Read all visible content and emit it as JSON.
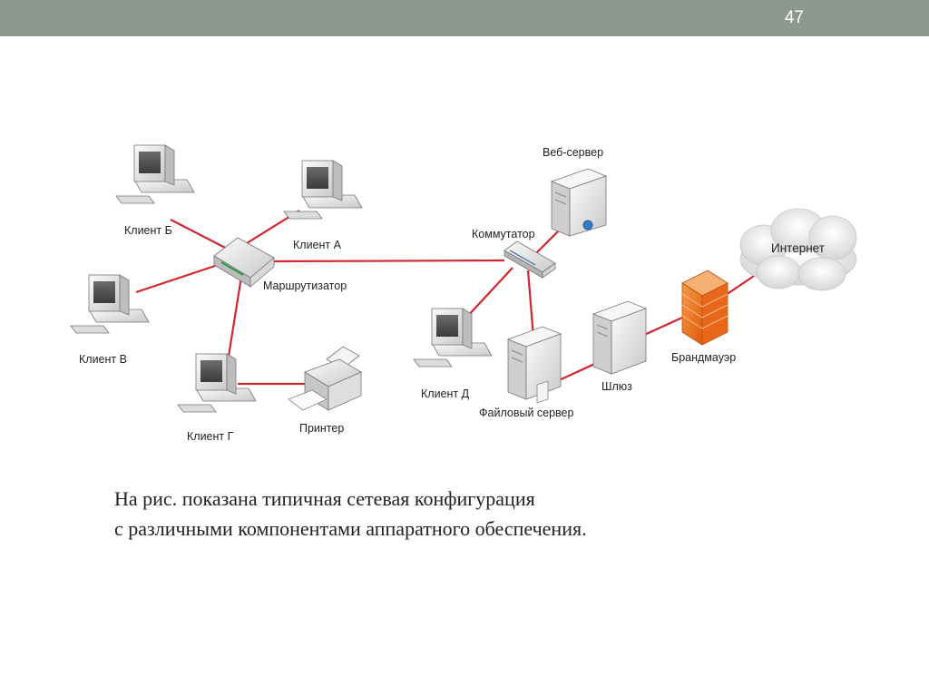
{
  "slide": {
    "number": "47"
  },
  "nodes": {
    "client_b": "Клиент Б",
    "client_a": "Клиент А",
    "client_v": "Клиент В",
    "client_g": "Клиент Г",
    "client_d": "Клиент Д",
    "router": "Маршрутизатор",
    "printer": "Принтер",
    "switch": "Коммутатор",
    "web_server": "Веб-сервер",
    "file_server": "Файловый сервер",
    "gateway": "Шлюз",
    "firewall": "Брандмауэр",
    "internet": "Интернет"
  },
  "caption": {
    "line1": "На рис. показана типичная сетевая конфигурация",
    "line2": "с различными компонентами аппаратного обеспечения."
  },
  "colors": {
    "link": "#d0262d",
    "header": "#8c9890",
    "firewall": "#f07a1e"
  }
}
